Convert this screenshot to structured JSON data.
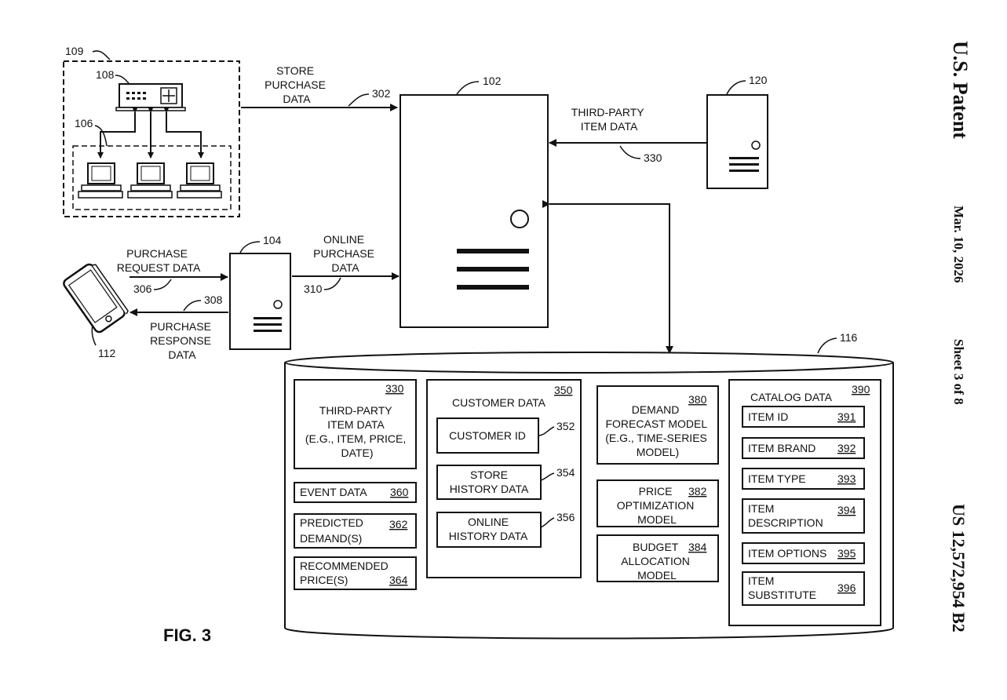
{
  "side": {
    "patent": "U.S. Patent",
    "date": "Mar. 10, 2026",
    "sheet": "Sheet 3 of 8",
    "number": "US 12,572,954 B2"
  },
  "figure": {
    "label": "FIG. 3"
  },
  "refs": {
    "r109": "109",
    "r108": "108",
    "r106": "106",
    "r102": "102",
    "r120": "120",
    "r302": "302",
    "r330": "330",
    "r104": "104",
    "r306": "306",
    "r308": "308",
    "r310": "310",
    "r112": "112",
    "r116": "116"
  },
  "flows": {
    "store_purchase": [
      "STORE",
      "PURCHASE",
      "DATA"
    ],
    "third_party": [
      "THIRD-PARTY",
      "ITEM DATA"
    ],
    "online_purchase": [
      "ONLINE",
      "PURCHASE",
      "DATA"
    ],
    "purchase_request": [
      "PURCHASE",
      "REQUEST DATA"
    ],
    "purchase_response": [
      "PURCHASE",
      "RESPONSE",
      "DATA"
    ]
  },
  "database": {
    "third_party_box": {
      "ref": "330",
      "lines": [
        "THIRD-PARTY",
        "ITEM DATA",
        "(E.G., ITEM, PRICE,",
        "DATE)"
      ]
    },
    "event_data": {
      "label": "EVENT DATA",
      "ref": "360"
    },
    "predicted_demand": {
      "lines": [
        "PREDICTED",
        "DEMAND(S)"
      ],
      "ref": "362"
    },
    "recommended_price": {
      "lines": [
        "RECOMMENDED",
        "PRICE(S)"
      ],
      "ref": "364"
    },
    "customer_data": {
      "title": "CUSTOMER DATA",
      "ref": "350",
      "customer_id": {
        "label": "CUSTOMER ID",
        "ref": "352"
      },
      "store_history": {
        "lines": [
          "STORE",
          "HISTORY DATA"
        ],
        "ref": "354"
      },
      "online_history": {
        "lines": [
          "ONLINE",
          "HISTORY DATA"
        ],
        "ref": "356"
      }
    },
    "demand_forecast": {
      "ref": "380",
      "lines": [
        "DEMAND",
        "FORECAST MODEL",
        "(E.G., TIME-SERIES",
        "MODEL)"
      ]
    },
    "price_optimization": {
      "ref": "382",
      "lines": [
        "PRICE",
        "OPTIMIZATION",
        "MODEL"
      ]
    },
    "budget_allocation": {
      "ref": "384",
      "lines": [
        "BUDGET",
        "ALLOCATION",
        "MODEL"
      ]
    },
    "catalog": {
      "title": "CATALOG DATA",
      "ref": "390",
      "items": [
        {
          "lines": [
            "ITEM ID"
          ],
          "ref": "391"
        },
        {
          "lines": [
            "ITEM BRAND"
          ],
          "ref": "392"
        },
        {
          "lines": [
            "ITEM TYPE"
          ],
          "ref": "393"
        },
        {
          "lines": [
            "ITEM",
            "DESCRIPTION"
          ],
          "ref": "394"
        },
        {
          "lines": [
            "ITEM OPTIONS"
          ],
          "ref": "395"
        },
        {
          "lines": [
            "ITEM",
            "SUBSTITUTE"
          ],
          "ref": "396"
        }
      ]
    }
  }
}
